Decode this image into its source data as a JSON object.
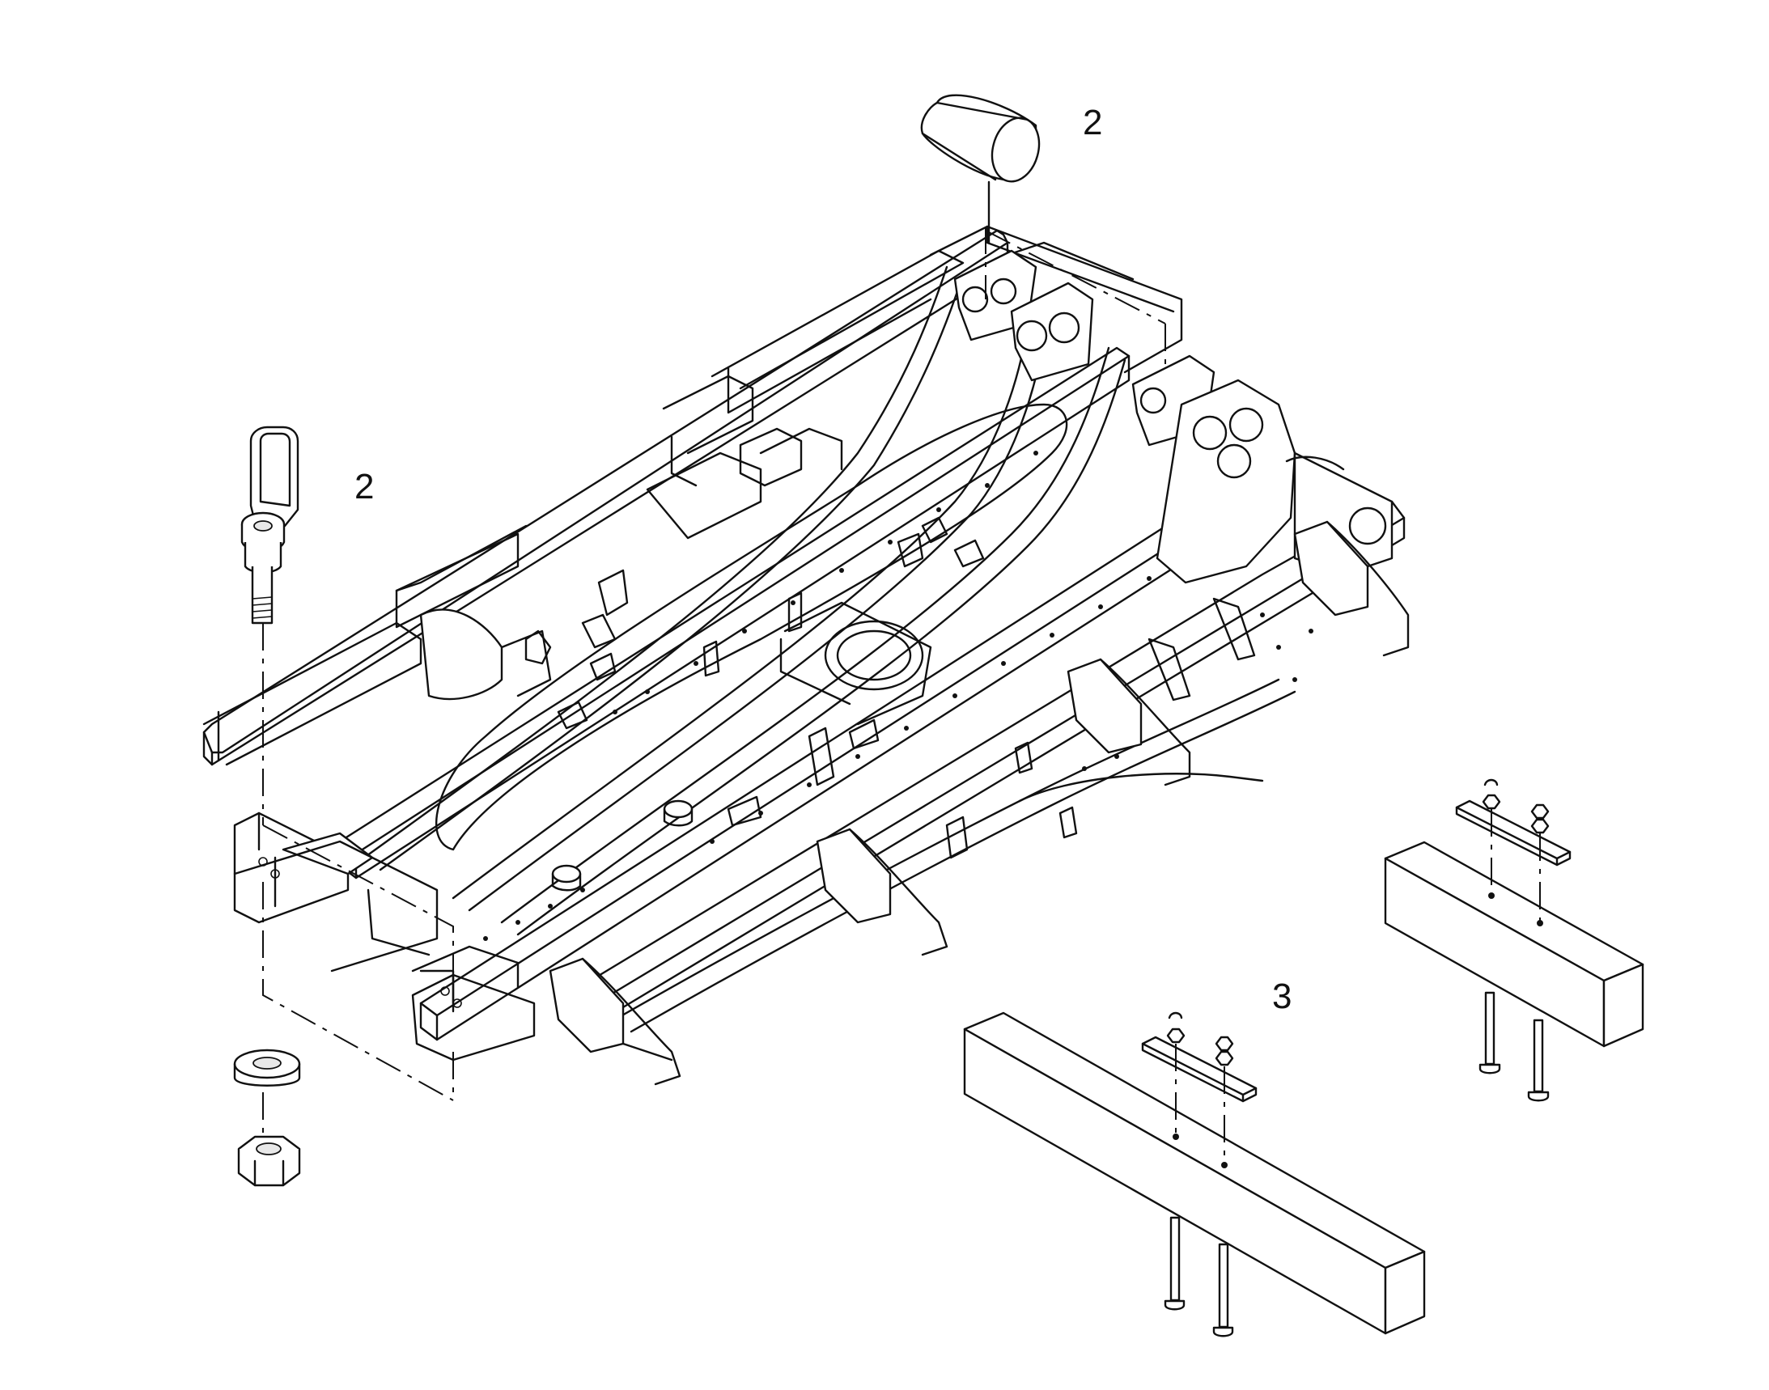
{
  "diagram": {
    "callouts": [
      {
        "id": "callout-top",
        "label": "2"
      },
      {
        "id": "callout-left",
        "label": "2"
      },
      {
        "id": "callout-right",
        "label": "3"
      }
    ],
    "parts": [
      {
        "name": "frame-chassis"
      },
      {
        "name": "cylinder-sleeve"
      },
      {
        "name": "swivel-lifting-eye-bolt"
      },
      {
        "name": "washer"
      },
      {
        "name": "hex-nut"
      },
      {
        "name": "support-block-large"
      },
      {
        "name": "support-block-small"
      }
    ]
  }
}
